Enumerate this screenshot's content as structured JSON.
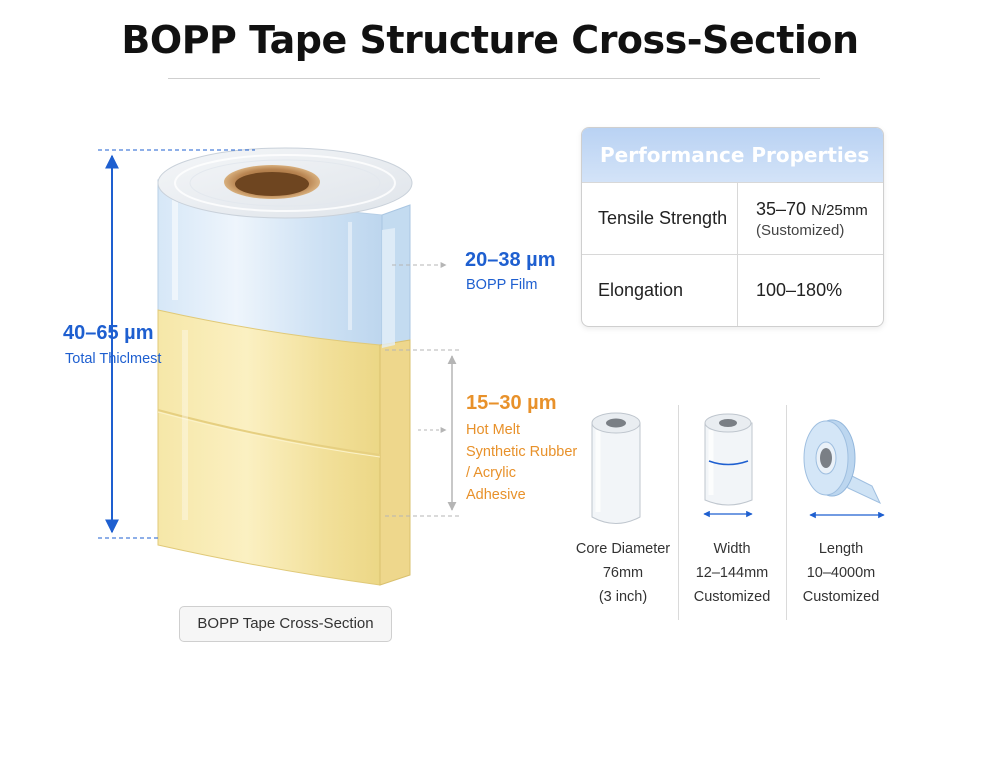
{
  "title": "BOPP Tape Structure Cross-Section",
  "total": {
    "value": "40–65 µm",
    "label": "Total Thiclmest"
  },
  "film": {
    "value": "20–38 µm",
    "label": "BOPP Film"
  },
  "adhesive": {
    "value": "15–30 µm",
    "label_lines": [
      "Hot Melt",
      "Synthetic Rubber",
      "/ Acrylic",
      "Adhesive"
    ]
  },
  "performance": {
    "header": "Performance Properties",
    "rows": [
      {
        "key": "Tensile Strength",
        "value": "35–70",
        "unit": "N/25mm",
        "note": "(Sustomized)"
      },
      {
        "key": "Elongation",
        "value": "100–180%"
      }
    ]
  },
  "specs": [
    {
      "lines": [
        "Core Diameter",
        "76mm",
        "(3 inch)"
      ],
      "icon": "tape-core-icon"
    },
    {
      "lines": [
        "Width",
        "12–144mm",
        "Customized"
      ],
      "icon": "tape-width-icon"
    },
    {
      "lines": [
        "Length",
        "10–4000m",
        "Customized"
      ],
      "icon": "tape-length-icon"
    }
  ],
  "caption": "BOPP Tape Cross-Section",
  "colors": {
    "accent_blue": "#1e5fd0",
    "accent_orange": "#e8912a",
    "film": "#cfe3f5",
    "adhesive": "#f3e3a3"
  }
}
